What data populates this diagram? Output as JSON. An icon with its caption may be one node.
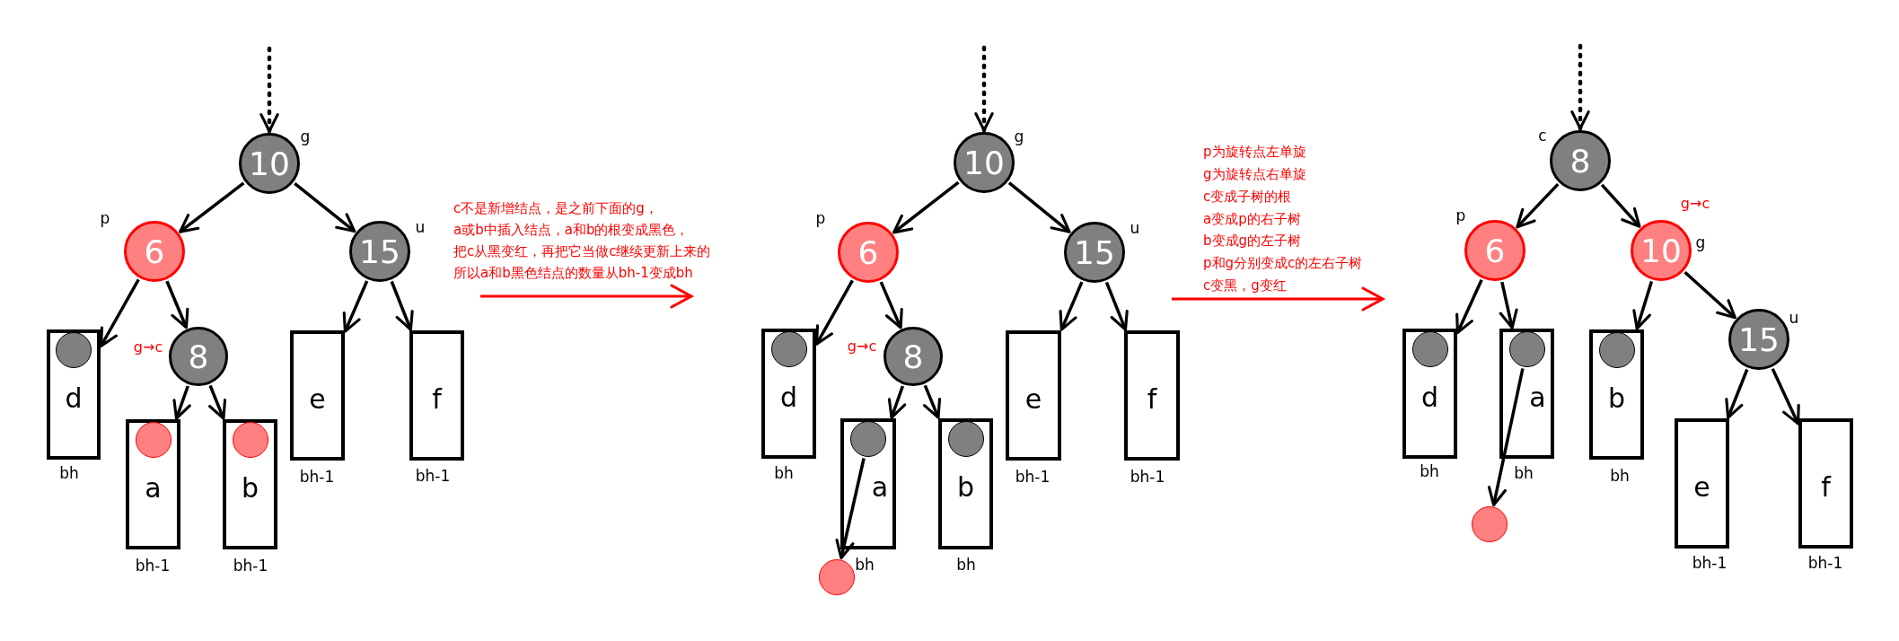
{
  "diagram": {
    "nodes": [
      {
        "text": [
          "10"
        ],
        "beside": [
          "g"
        ]
      },
      {
        "text": [
          "6"
        ],
        "beside": [
          "p"
        ]
      },
      {
        "text": [
          "15"
        ],
        "beside": [
          "u"
        ]
      },
      {
        "text": [
          "8"
        ],
        "beside": [
          "g→c"
        ]
      },
      {
        "text": [
          "d"
        ],
        "beside": [
          "bh"
        ]
      },
      {
        "text": [],
        "shape": "circle",
        "in": 4
      },
      {
        "text": [
          "a"
        ],
        "beside": [
          "bh-1"
        ]
      },
      {
        "text": [],
        "shape": "circle",
        "in": 6
      },
      {
        "text": [
          "b"
        ],
        "beside": [
          "bh-1"
        ]
      },
      {
        "text": [],
        "shape": "circle",
        "in": 8
      },
      {
        "text": [
          "e"
        ],
        "beside": [
          "bh-1"
        ]
      },
      {
        "text": [
          "f"
        ],
        "beside": [
          "bh-1"
        ]
      },
      {
        "text": [
          "10"
        ],
        "beside": [
          "g"
        ]
      },
      {
        "text": [
          "6"
        ],
        "beside": [
          "p"
        ]
      },
      {
        "text": [
          "15"
        ],
        "beside": [
          "u"
        ]
      },
      {
        "text": [
          "8"
        ],
        "beside": [
          "g→c"
        ]
      },
      {
        "text": [
          "d"
        ],
        "beside": [
          "bh"
        ]
      },
      {
        "text": [],
        "shape": "circle",
        "in": 16
      },
      {
        "text": [
          "a"
        ],
        "beside": [
          "bh"
        ]
      },
      {
        "text": [],
        "shape": "circle",
        "in": 18
      },
      {
        "text": [
          "b"
        ],
        "beside": [
          "bh"
        ]
      },
      {
        "text": [],
        "shape": "circle",
        "in": 20
      },
      {
        "text": [
          "e"
        ],
        "beside": [
          "bh-1"
        ]
      },
      {
        "text": [
          "f"
        ],
        "beside": [
          "bh-1"
        ]
      },
      {
        "text": [],
        "shape": "circle"
      },
      {
        "text": [
          "8"
        ],
        "beside": [
          "c"
        ]
      },
      {
        "text": [
          "6"
        ],
        "beside": [
          "p"
        ]
      },
      {
        "text": [
          "10"
        ],
        "beside": [
          "g→c",
          "g"
        ]
      },
      {
        "text": [
          "d"
        ],
        "beside": [
          "bh"
        ]
      },
      {
        "text": [],
        "shape": "circle",
        "in": 28
      },
      {
        "text": [
          "a"
        ],
        "beside": [
          "bh"
        ]
      },
      {
        "text": [],
        "shape": "circle",
        "in": 30
      },
      {
        "text": [],
        "shape": "circle"
      },
      {
        "text": [
          "b"
        ],
        "beside": [
          "bh"
        ]
      },
      {
        "text": [],
        "shape": "circle",
        "in": 33
      },
      {
        "text": [
          "15"
        ],
        "beside": [
          "u"
        ]
      },
      {
        "text": [
          "e"
        ],
        "beside": [
          "bh-1"
        ]
      },
      {
        "text": [
          "f"
        ],
        "beside": [
          "bh-1"
        ]
      }
    ],
    "edges": [
      {
        "from": null,
        "to": 0,
        "arrow": "to",
        "style": "dashed"
      },
      {
        "from": 0,
        "to": 1,
        "arrow": "to"
      },
      {
        "from": 0,
        "to": 2,
        "arrow": "to"
      },
      {
        "from": 1,
        "to": 4,
        "arrow": "to"
      },
      {
        "from": 1,
        "to": 3,
        "arrow": "to"
      },
      {
        "from": 3,
        "to": 6,
        "arrow": "to"
      },
      {
        "from": 3,
        "to": 8,
        "arrow": "to"
      },
      {
        "from": 2,
        "to": 10,
        "arrow": "to"
      },
      {
        "from": 2,
        "to": 11,
        "arrow": "to"
      },
      {
        "from": null,
        "to": 12,
        "arrow": "to",
        "style": "dashed"
      },
      {
        "from": 12,
        "to": 13,
        "arrow": "to"
      },
      {
        "from": 12,
        "to": 14,
        "arrow": "to"
      },
      {
        "from": 13,
        "to": 16,
        "arrow": "to"
      },
      {
        "from": 13,
        "to": 15,
        "arrow": "to"
      },
      {
        "from": 15,
        "to": 18,
        "arrow": "to"
      },
      {
        "from": 15,
        "to": 20,
        "arrow": "to"
      },
      {
        "from": 14,
        "to": 22,
        "arrow": "to"
      },
      {
        "from": 14,
        "to": 23,
        "arrow": "to"
      },
      {
        "from": 19,
        "to": 24,
        "arrow": "to"
      },
      {
        "from": null,
        "to": 25,
        "arrow": "to",
        "style": "dashed"
      },
      {
        "from": 25,
        "to": 26,
        "arrow": "to"
      },
      {
        "from": 25,
        "to": 27,
        "arrow": "to"
      },
      {
        "from": 26,
        "to": 28,
        "arrow": "to"
      },
      {
        "from": 26,
        "to": 30,
        "arrow": "to"
      },
      {
        "from": 27,
        "to": 33,
        "arrow": "to"
      },
      {
        "from": 27,
        "to": 35,
        "arrow": "to"
      },
      {
        "from": 35,
        "to": 36,
        "arrow": "to"
      },
      {
        "from": 35,
        "to": 37,
        "arrow": "to"
      },
      {
        "from": 31,
        "to": 32,
        "arrow": "to"
      }
    ],
    "labels": [
      "c不是新增结点，是之前下面的g，",
      "a或b中插入结点，a和b的根变成黑色，",
      "把c从黑变红，再把它当做c继续更新上来的",
      "所以a和b黑色结点的数量从bh-1变成bh",
      "p为旋转点左单旋",
      "g为旋转点右单旋",
      "c变成子树的根",
      "a变成p的右子树",
      "b变成g的左子树",
      "p和g分别变成c的左右子树",
      "c变黑，g变红"
    ]
  }
}
